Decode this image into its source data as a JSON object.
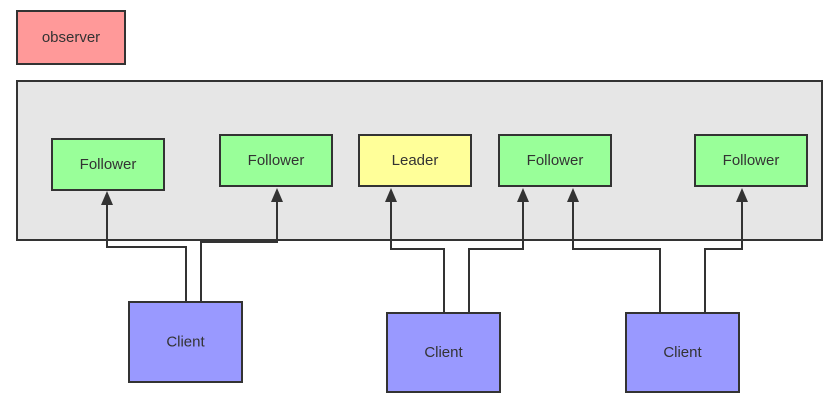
{
  "colors": {
    "observer": "#ff9999",
    "cluster": "#e6e6e6",
    "follower": "#99ff99",
    "leader": "#ffff99",
    "client": "#9999ff",
    "stroke": "#333333"
  },
  "observer": {
    "label": "observer"
  },
  "servers": [
    {
      "role": "follower",
      "label": "Follower"
    },
    {
      "role": "follower",
      "label": "Follower"
    },
    {
      "role": "leader",
      "label": "Leader"
    },
    {
      "role": "follower",
      "label": "Follower"
    },
    {
      "role": "follower",
      "label": "Follower"
    }
  ],
  "clients": [
    {
      "label": "Client",
      "connects_to": [
        0,
        1
      ]
    },
    {
      "label": "Client",
      "connects_to": [
        2,
        3
      ]
    },
    {
      "label": "Client",
      "connects_to": [
        3,
        4
      ]
    }
  ]
}
